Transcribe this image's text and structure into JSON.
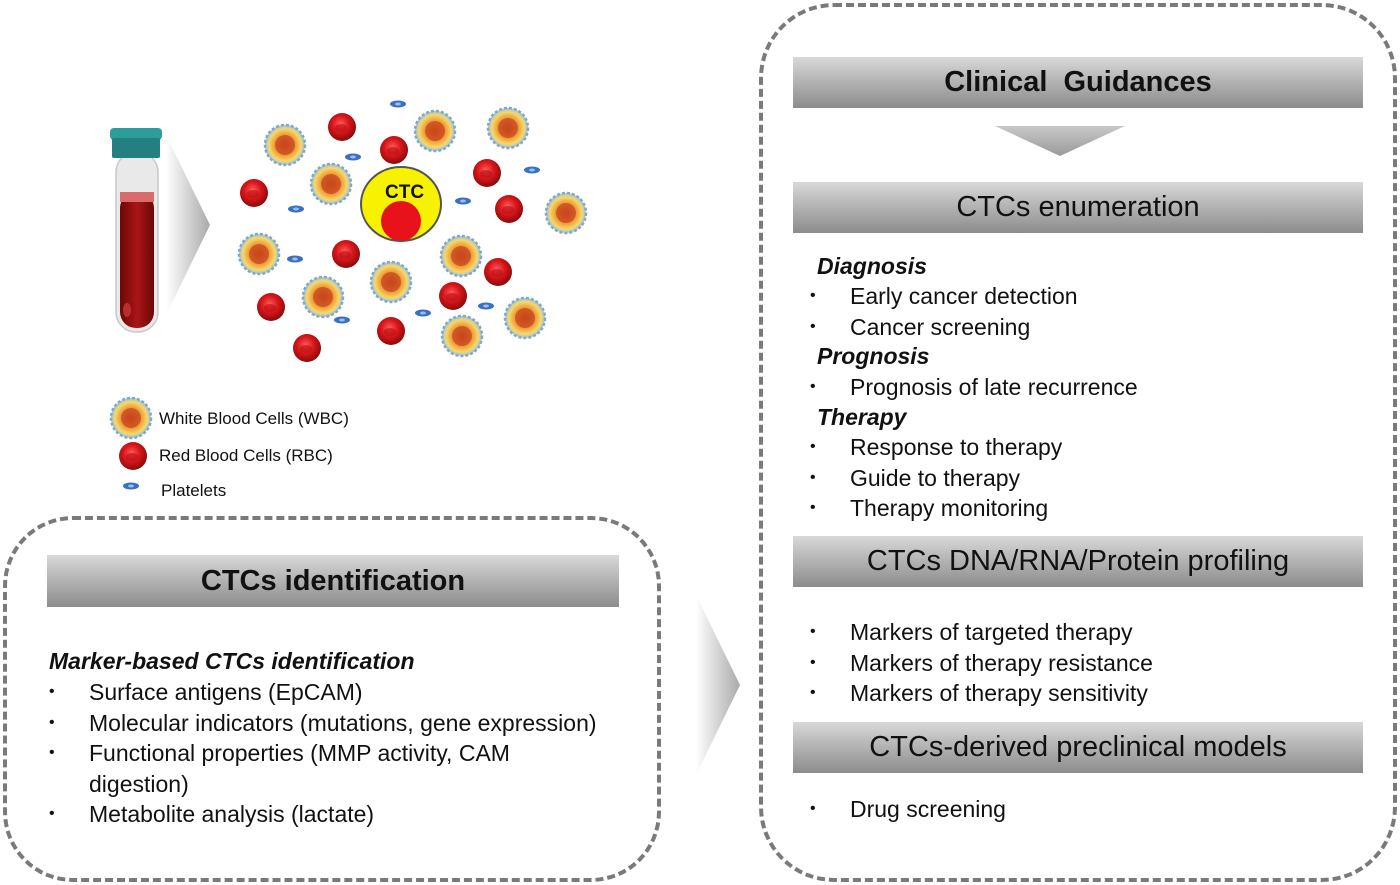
{
  "blood": {
    "ctc_label": "CTC",
    "legend": [
      {
        "label": "White Blood Cells (WBC)",
        "icon": "wbc-icon"
      },
      {
        "label": "Red Blood Cells (RBC)",
        "icon": "rbc-icon"
      },
      {
        "label": "Platelets",
        "icon": "platelet-icon"
      }
    ]
  },
  "identification": {
    "title": "CTCs identification",
    "subtitle": "Marker-based CTCs identification",
    "items": [
      "Surface antigens (EpCAM)",
      "Molecular indicators (mutations, gene expression)",
      "Functional properties (MMP activity, CAM digestion)",
      "Metabolite analysis (lactate)"
    ]
  },
  "clinical": {
    "title": "Clinical  Guidances",
    "enumeration": {
      "title": "CTCs enumeration",
      "groups": [
        {
          "heading": "Diagnosis",
          "items": [
            "Early cancer detection",
            "Cancer screening"
          ]
        },
        {
          "heading": "Prognosis",
          "items": [
            "Prognosis of late recurrence"
          ]
        },
        {
          "heading": "Therapy",
          "items": [
            "Response to therapy",
            "Guide to therapy",
            "Therapy monitoring"
          ]
        }
      ]
    },
    "profiling": {
      "title": "CTCs DNA/RNA/Protein profiling",
      "items": [
        "Markers of targeted therapy",
        "Markers of therapy resistance",
        "Markers of therapy sensitivity"
      ]
    },
    "preclinical": {
      "title": "CTCs-derived preclinical models",
      "items": [
        "Drug screening"
      ]
    }
  },
  "colors": {
    "rbc": "#d8161b",
    "ctc_fill": "#f7f200",
    "tube_cap": "#2f9c9c",
    "blood": "#8e0f0f",
    "dash": "#7a7a7a"
  }
}
